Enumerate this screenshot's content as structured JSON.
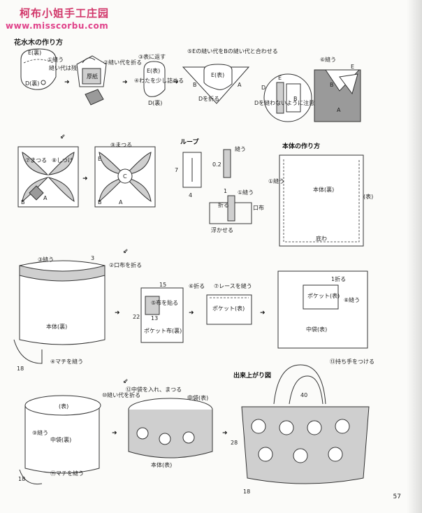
{
  "watermark": {
    "brand": "柯布小姐手工庄园",
    "url": "www.misscorbu.com"
  },
  "section_title": "花水木の作り方",
  "page_number": "57",
  "steps": {
    "s1": "①縫う",
    "s1_note": "縫い代は残す",
    "s2": "②縫い代を折る",
    "s2_card": "厚紙",
    "s3": "③表に返す",
    "s4": "④わたを少し詰める",
    "s5": "⑤Eの縫い代をBの縫い代と合わせる",
    "s5_fold": "Dを折る",
    "s5_note": "Dを縫わないように注意",
    "s6": "⑥縫う",
    "s7": "⑦まつる",
    "s8": "⑧しつけ",
    "s9": "⑨まつる",
    "loop_title": "ループ",
    "loop_sew": "縫う",
    "loop_fold": "折る",
    "loop_sew2": "①縫う",
    "loop_float": "浮かせる",
    "loop_cloth": "口布",
    "body_title": "本体の作り方",
    "body_sew": "①縫う",
    "body_inner": "本体(裏)",
    "body_outer": "(表)",
    "body_bottom": "底わ",
    "b3": "③縫う",
    "b2": "②口布を折る",
    "b_body": "本体(裏)",
    "b4": "④マチを縫う",
    "b5": "⑤布を貼る",
    "pocket_cloth": "ポケット布(裏)",
    "b6": "⑥折る",
    "b7": "⑦レースを縫う",
    "pocket_front": "ポケット(表)",
    "b8_fold": "1折る",
    "b8": "⑧縫う",
    "pocket2": "ポケット(表)",
    "inner_bag": "中袋(表)",
    "b10": "⑩縫い代を折る",
    "inner_front": "(表)",
    "b9": "⑨縫う",
    "inner_back": "中袋(裏)",
    "b11": "⑪マチを縫う",
    "b12": "⑫中袋を入れ、まつる",
    "inner_bag2": "中袋(表)",
    "body_front": "本体(表)",
    "finished_title": "出来上がり図",
    "b13": "⑬持ち手をつける"
  },
  "letters": {
    "E": "E",
    "D": "D",
    "B": "B",
    "A": "A",
    "C": "C"
  },
  "labels": {
    "E_back": "E(裏)",
    "D_back": "D(裏)",
    "E_front": "E(表)",
    "D_back2": "D(裏)",
    "E_front2": "E(表)"
  },
  "dimensions": {
    "loop_h": "7",
    "loop_w": "4",
    "loop_02": "0.2",
    "loop_1": "1",
    "m3": "3",
    "m18": "18",
    "m15": "15",
    "m22": "22",
    "m13": "13",
    "w40": "40",
    "h28": "28",
    "d18": "18",
    "m18b": "18"
  }
}
